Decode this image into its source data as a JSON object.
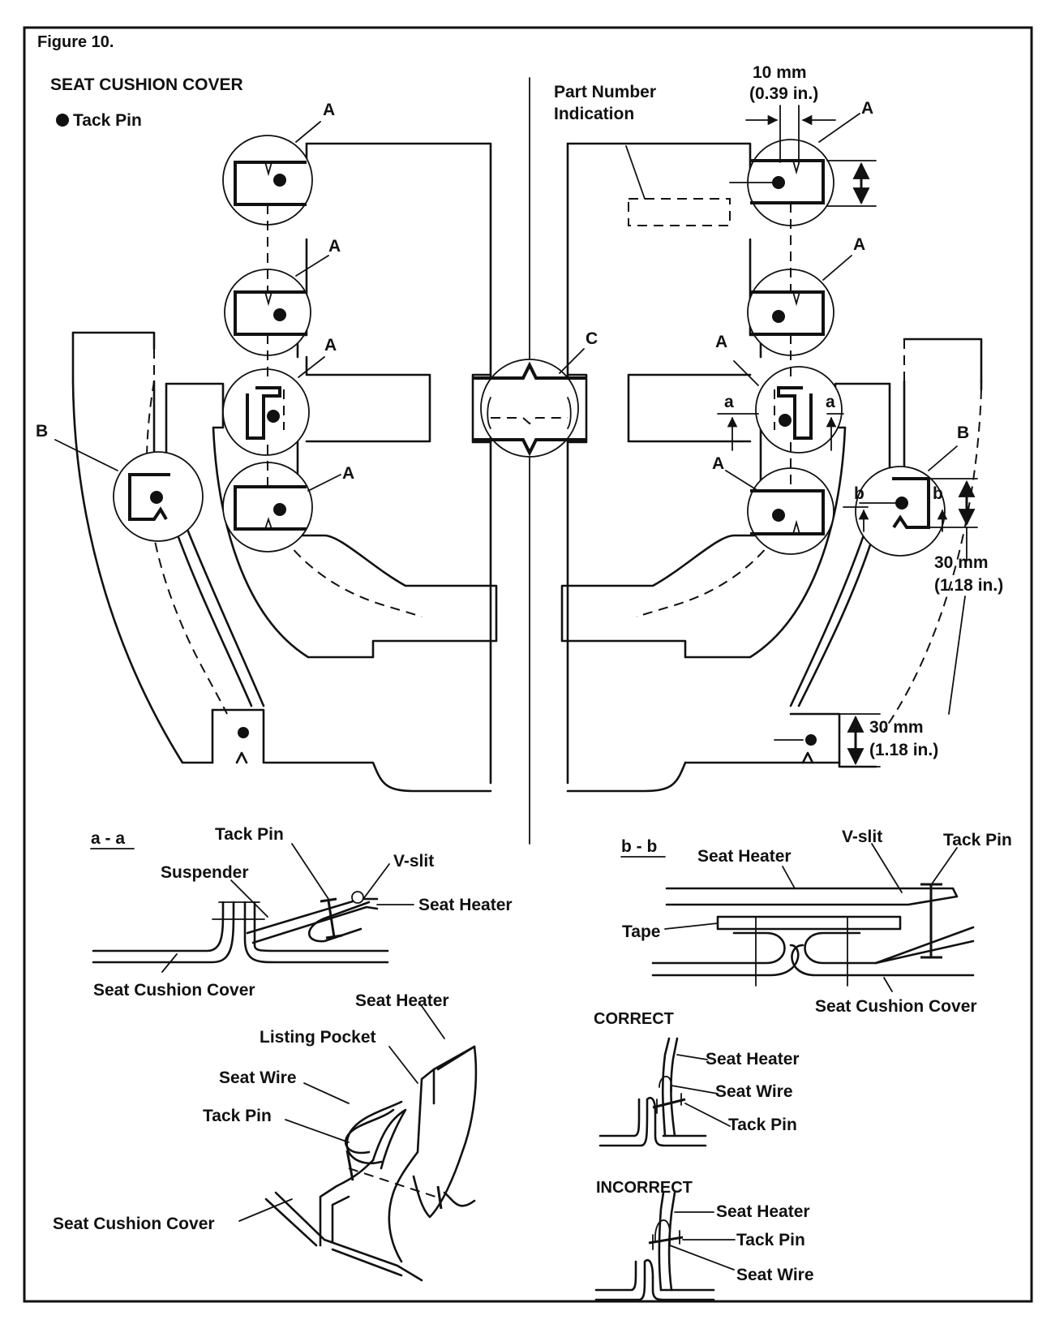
{
  "figure": {
    "label": "Figure 10.",
    "title": "SEAT CUSHION COVER",
    "legend_tack_pin": "Tack Pin"
  },
  "callouts": {
    "a": "A",
    "b": "B",
    "c": "C",
    "part_number_1": "Part Number",
    "part_number_2": "Indication",
    "dim_10_1": "10 mm",
    "dim_10_2": "(0.39 in.)",
    "dim_30_1": "30 mm",
    "dim_30_2": "(1.18 in.)",
    "small_a": "a",
    "small_b": "b"
  },
  "section_aa": {
    "title": "a - a",
    "tack_pin": "Tack Pin",
    "suspender": "Suspender",
    "v_slit": "V-slit",
    "seat_heater": "Seat Heater",
    "seat_cushion_cover": "Seat Cushion Cover"
  },
  "section_bb": {
    "title": "b - b",
    "seat_heater": "Seat Heater",
    "v_slit": "V-slit",
    "tack_pin": "Tack Pin",
    "tape": "Tape",
    "seat_cushion_cover": "Seat Cushion Cover"
  },
  "perspective": {
    "seat_heater": "Seat Heater",
    "listing_pocket": "Listing Pocket",
    "seat_wire": "Seat Wire",
    "tack_pin": "Tack Pin",
    "seat_cushion_cover": "Seat Cushion Cover"
  },
  "correct": {
    "title": "CORRECT",
    "seat_heater": "Seat Heater",
    "seat_wire": "Seat Wire",
    "tack_pin": "Tack Pin"
  },
  "incorrect": {
    "title": "INCORRECT",
    "seat_heater": "Seat Heater",
    "tack_pin": "Tack Pin",
    "seat_wire": "Seat Wire"
  }
}
